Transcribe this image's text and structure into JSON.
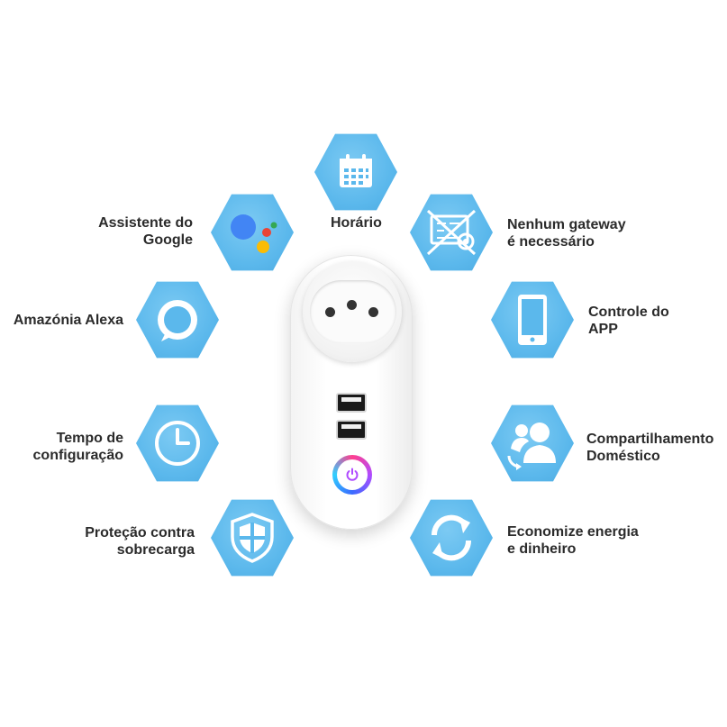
{
  "colors": {
    "hex_blue": "#5bb8ec",
    "text": "#2b2b2b",
    "icon_white": "#ffffff"
  },
  "features": {
    "horario": {
      "lines": [
        "Horário"
      ],
      "icon": "calendar-icon"
    },
    "google": {
      "lines": [
        "Assistente do",
        "Google"
      ],
      "icon": "google-assistant-icon"
    },
    "gateway": {
      "lines": [
        "Nenhum gateway",
        "é necessário"
      ],
      "icon": "no-gateway-icon"
    },
    "alexa": {
      "lines": [
        "Amazónia Alexa"
      ],
      "icon": "alexa-ring-icon"
    },
    "app": {
      "lines": [
        "Controle do",
        "APP"
      ],
      "icon": "smartphone-icon"
    },
    "tempo": {
      "lines": [
        "Tempo de",
        "configuração"
      ],
      "icon": "clock-icon"
    },
    "compart": {
      "lines": [
        "Compartilhamento",
        "Doméstico"
      ],
      "icon": "users-share-icon"
    },
    "protecao": {
      "lines": [
        "Proteção contra",
        "sobrecarga"
      ],
      "icon": "shield-icon"
    },
    "economize": {
      "lines": [
        "Economize energia",
        "e dinheiro"
      ],
      "icon": "refresh-icon"
    }
  },
  "device": {
    "name": "smart-plug",
    "usb_ports": 2,
    "power_button": "power-icon"
  }
}
